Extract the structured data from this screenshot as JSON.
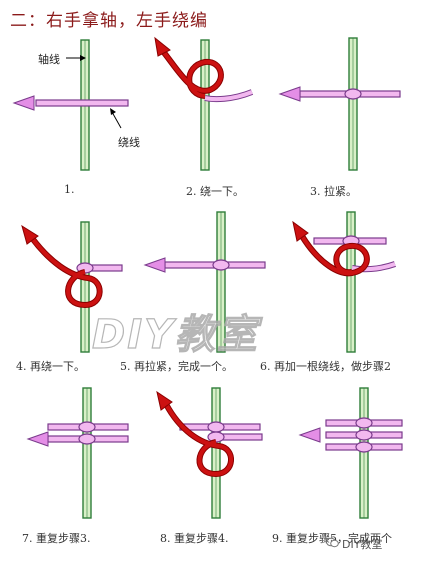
{
  "title": "二：右手拿轴，左手绕编",
  "labels": {
    "axis": "轴线",
    "wrap": "绕线"
  },
  "watermark": "DIY教室",
  "wechat_tag": "DIY教室",
  "icons": [
    "arrow-left-icon",
    "arrow-curved-up-icon",
    "wechat-icon"
  ],
  "steps": [
    {
      "caption": "1."
    },
    {
      "caption": "2. 绕一下。"
    },
    {
      "caption": "3. 拉紧。"
    },
    {
      "caption": "4. 再绕一下。"
    },
    {
      "caption": "5. 再拉紧，完成一个。"
    },
    {
      "caption": "6. 再加一根绕线，做步骤2"
    },
    {
      "caption": "7. 重复步骤3."
    },
    {
      "caption": "8. 重复步骤4."
    },
    {
      "caption": "9. 重复步骤5，完成两个"
    }
  ],
  "colors": {
    "axis_stroke": "#2f7d3a",
    "axis_fill": "#d9f0c8",
    "cord_stroke": "#7a3b8c",
    "cord_fill": "#f2b8ef",
    "red": "#cc1111",
    "title": "#8b1a1a"
  }
}
